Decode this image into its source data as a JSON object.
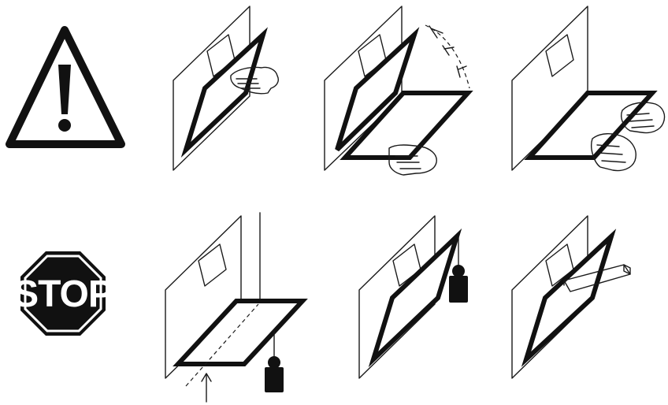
{
  "signs": {
    "warning_icon": "warning-triangle-icon",
    "stop_icon": "stop-octagon-icon",
    "stop_text": "STOP"
  },
  "colors": {
    "ink": "#111111",
    "background": "#ffffff"
  },
  "panels": [
    {
      "id": "ok-1",
      "depicts": "hand-lifting-glass-door-icon"
    },
    {
      "id": "ok-2",
      "depicts": "door-swinging-open-icon"
    },
    {
      "id": "ok-3",
      "depicts": "two-hands-pushing-open-door-icon"
    },
    {
      "id": "no-1",
      "depicts": "weight-hanging-from-open-door-icon"
    },
    {
      "id": "no-2",
      "depicts": "weight-hanging-from-door-edge-icon"
    },
    {
      "id": "no-3",
      "depicts": "object-resting-on-door-icon"
    }
  ]
}
